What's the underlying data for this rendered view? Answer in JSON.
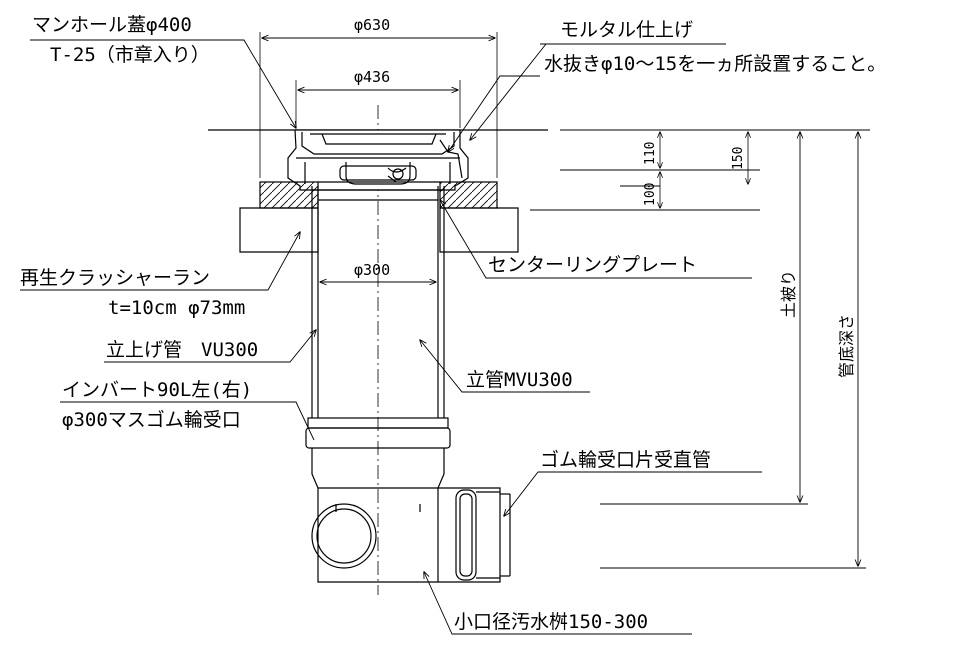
{
  "labels": {
    "cover_line1": "マンホール蓋φ400",
    "cover_line2": "T-25（市章入り）",
    "mortar_line1": "モルタル仕上げ",
    "mortar_line2": "水抜きφ10～15を一ヵ所設置すること。",
    "centering_plate": "センターリングプレート",
    "crusher_run_line1": "再生クラッシャーラン",
    "crusher_run_line2": "t=10cm φ73mm",
    "riser_pipe": "立上げ管　VU300",
    "vertical_pipe": "立管MVU300",
    "invert_line1": "インバート90L左(右)",
    "invert_line2": "φ300マスゴム輪受口",
    "rubber_ring_pipe": "ゴム輪受口片受直管",
    "small_basin": "小口径汚水桝150-300"
  },
  "dimensions": {
    "d630": "φ630",
    "d436": "φ436",
    "d300": "φ300",
    "h110": "110",
    "h100": "100",
    "h150": "150",
    "soil_cover": "土被り",
    "pipe_depth": "管底深さ"
  }
}
